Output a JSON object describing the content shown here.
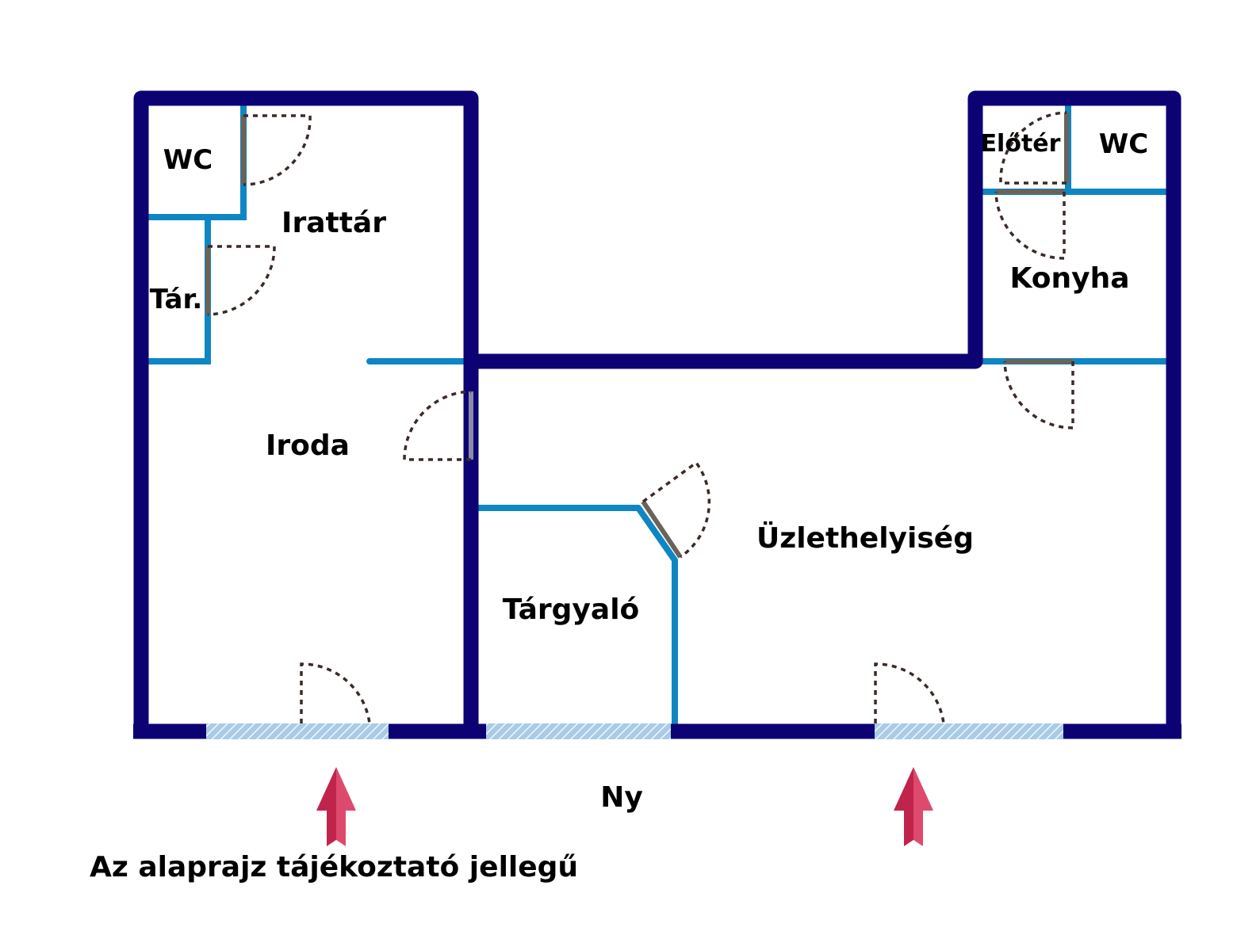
{
  "colors": {
    "exterior_wall": "#0c0273",
    "interior_wall": "#0e86c4",
    "window_fill": "#a9cbe6",
    "door_swing": "#3b2a26",
    "door_leaf": "#6b6258",
    "arrow": "#c0244b",
    "arrow_light": "#de4a6d",
    "text": "#000000"
  },
  "rooms": {
    "wc_left": "WC",
    "irattar": "Irattár",
    "tar": "Tár.",
    "iroda": "Iroda",
    "targyalo": "Tárgyaló",
    "uzlethelyiseg": "Üzlethelyiség",
    "eloter": "Előtér",
    "wc_right": "WC",
    "konyha": "Konyha"
  },
  "orientation_label": "Ny",
  "disclaimer": "Az alaprajz tájékoztató jellegű",
  "icons": {
    "entrance_arrows": [
      "entrance-arrow-icon",
      "entrance-arrow-icon"
    ]
  }
}
